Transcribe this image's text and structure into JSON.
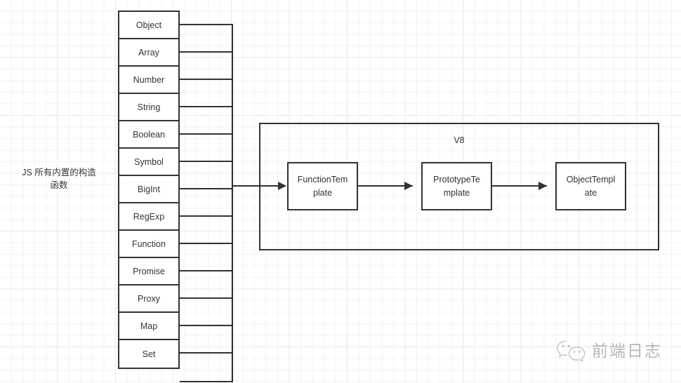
{
  "diagram": {
    "caption": "JS 所有内置的构造\n函数",
    "constructors": [
      "Object",
      "Array",
      "Number",
      "String",
      "Boolean",
      "Symbol",
      "BigInt",
      "RegExp",
      "Function",
      "Promise",
      "Proxy",
      "Map",
      "Set"
    ],
    "v8": {
      "title": "V8",
      "templates": [
        "FunctionTem\nplate",
        "PrototypeTe\nmplate",
        "ObjectTempl\nate"
      ]
    },
    "colors": {
      "stroke": "#333333",
      "text": "#333333",
      "background": "#ffffff",
      "grid_minor": "#f3f3f3",
      "grid_major": "#e8e8e8",
      "watermark": "#7d7d7d"
    }
  },
  "watermark": {
    "text": "前端日志",
    "icon": "wechat-icon"
  }
}
